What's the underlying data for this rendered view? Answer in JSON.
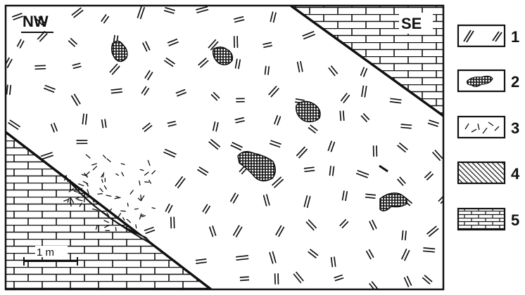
{
  "section": {
    "labels": {
      "northwest": "NW",
      "southeast": "SE"
    },
    "scale_bar": {
      "label": "1 m"
    }
  },
  "legend": {
    "items": [
      {
        "number": "1",
        "symbol": "sparse-dash-fill-icon"
      },
      {
        "number": "2",
        "symbol": "cross-hatch-patch-icon"
      },
      {
        "number": "3",
        "symbol": "scattered-dash-fill-icon"
      },
      {
        "number": "4",
        "symbol": "diagonal-hatch-icon"
      },
      {
        "number": "5",
        "symbol": "brick-pattern-icon"
      }
    ]
  },
  "colors": {
    "ink": "#111111",
    "paper": "#ffffff"
  }
}
